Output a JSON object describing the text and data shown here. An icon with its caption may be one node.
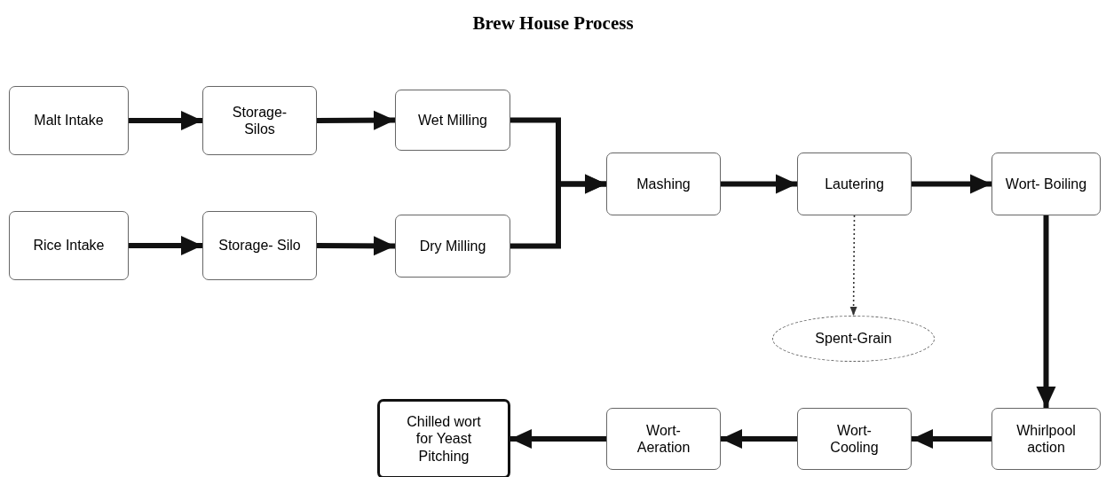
{
  "diagram": {
    "title": "Brew House Process",
    "nodes": [
      {
        "text": [
          "Malt Intake"
        ]
      },
      {
        "text": [
          "Storage- Silos"
        ]
      },
      {
        "text": [
          "Wet Milling"
        ]
      },
      {
        "text": [
          "Rice Intake"
        ]
      },
      {
        "text": [
          "Storage- Silo"
        ]
      },
      {
        "text": [
          "Dry Milling"
        ]
      },
      {
        "text": [
          "Mashing"
        ]
      },
      {
        "text": [
          "Lautering"
        ]
      },
      {
        "text": [
          "Wort- Boiling"
        ]
      },
      {
        "text": [
          "Spent-Grain"
        ]
      },
      {
        "text": [
          "Whirlpool action"
        ]
      },
      {
        "text": [
          "Wort- Cooling"
        ]
      },
      {
        "text": [
          "Wort- Aeration"
        ]
      },
      {
        "text": [
          "Chilled wort for Yeast Pitching"
        ]
      }
    ],
    "edges": [
      {
        "from": 0,
        "to": 1,
        "arrow": "to"
      },
      {
        "from": 1,
        "to": 2,
        "arrow": "to"
      },
      {
        "from": 3,
        "to": 4,
        "arrow": "to"
      },
      {
        "from": 4,
        "to": 5,
        "arrow": "to"
      },
      {
        "from": 2,
        "to": 6,
        "arrow": "to"
      },
      {
        "from": 5,
        "to": 6,
        "arrow": "to"
      },
      {
        "from": 6,
        "to": 7,
        "arrow": "to"
      },
      {
        "from": 7,
        "to": 8,
        "arrow": "to"
      },
      {
        "from": 7,
        "to": 9,
        "arrow": "to",
        "style": "dashed"
      },
      {
        "from": 8,
        "to": 10,
        "arrow": "to"
      },
      {
        "from": 10,
        "to": 11,
        "arrow": "to"
      },
      {
        "from": 11,
        "to": 12,
        "arrow": "to"
      },
      {
        "from": 12,
        "to": 13,
        "arrow": "to"
      }
    ]
  }
}
